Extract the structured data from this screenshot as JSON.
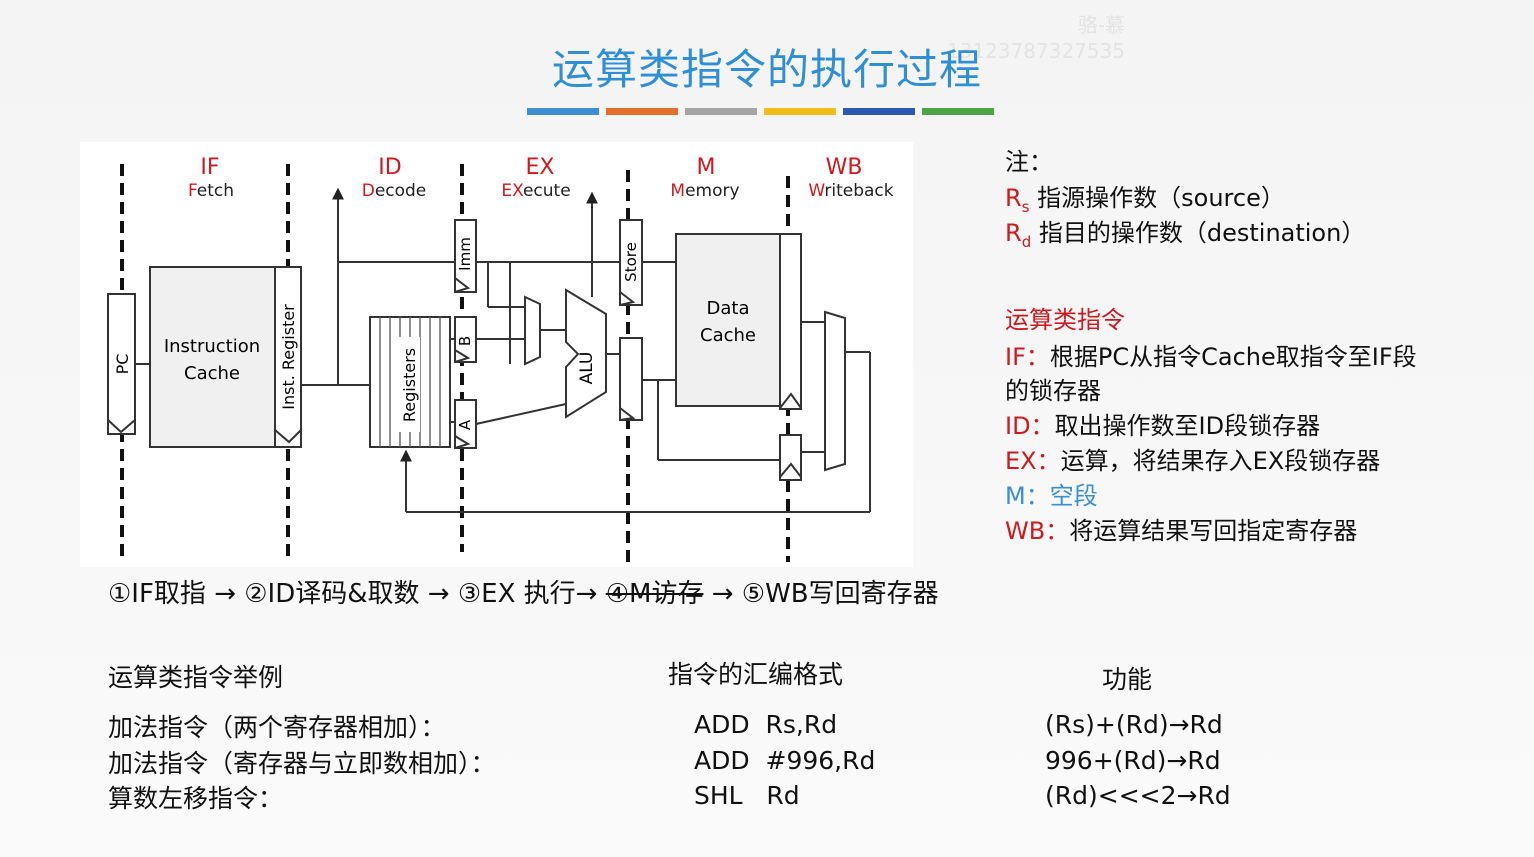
{
  "page": {
    "title": "运算类指令的执行过程",
    "watermark_line1": "骆-慕",
    "watermark_line2": "13123787327535"
  },
  "accent_colors": [
    "#3e8fd1",
    "#e5702b",
    "#a5a5a5",
    "#f2bd1a",
    "#2b58b0",
    "#4ca544"
  ],
  "diagram": {
    "stages": [
      {
        "abbr": "IF",
        "name": "Fetch",
        "highlight": "F"
      },
      {
        "abbr": "ID",
        "name": "Decode",
        "highlight": "D"
      },
      {
        "abbr": "EX",
        "name": "EXecute",
        "highlight": "EX"
      },
      {
        "abbr": "M",
        "name": "Memory",
        "highlight": "M"
      },
      {
        "abbr": "WB",
        "name": "Writeback",
        "highlight": "W"
      }
    ],
    "labels": {
      "pc": "PC",
      "icache_line1": "Instruction",
      "icache_line2": "Cache",
      "inst_register": "Inst. Register",
      "registers": "Registers",
      "imm": "Imm",
      "b": "B",
      "a": "A",
      "alu": "ALU",
      "store": "Store",
      "dcache_line1": "Data",
      "dcache_line2": "Cache"
    },
    "stage_color": "#d0191e"
  },
  "notes": {
    "header": "注：",
    "rs_symbol": "R",
    "rs_sub": "s",
    "rs_desc": "指源操作数（source）",
    "rd_symbol": "R",
    "rd_sub": "d",
    "rd_desc": "指目的操作数（destination）",
    "section_title": "运算类指令",
    "if_key": "IF：",
    "if_desc_1": "根据PC从指令Cache取指令至IF段",
    "if_desc_2": "的锁存器",
    "id_key": "ID：",
    "id_desc": "取出操作数至ID段锁存器",
    "ex_key": "EX：",
    "ex_desc": "运算，将结果存入EX段锁存器",
    "m_key": "M：",
    "m_desc": "空段",
    "wb_key": "WB：",
    "wb_desc": "将运算结果写回指定寄存器"
  },
  "flow": {
    "step1": "①IF取指 → ②ID译码&取数 → ③EX 执行→ ",
    "step4": "④M访存",
    "step5": " → ⑤WB写回寄存器"
  },
  "examples": {
    "headers": [
      "运算类指令举例",
      "指令的汇编格式",
      "功能"
    ],
    "rows": [
      {
        "desc": "加法指令（两个寄存器相加）：",
        "asm": "ADD  Rs,Rd",
        "func": "(Rs)+(Rd)→Rd"
      },
      {
        "desc": "加法指令（寄存器与立即数相加）：",
        "asm": "ADD  #996,Rd",
        "func": "996+(Rd)→Rd"
      },
      {
        "desc": "算数左移指令：",
        "asm": "SHL   Rd",
        "func": "(Rd)<<<2→Rd"
      }
    ]
  }
}
